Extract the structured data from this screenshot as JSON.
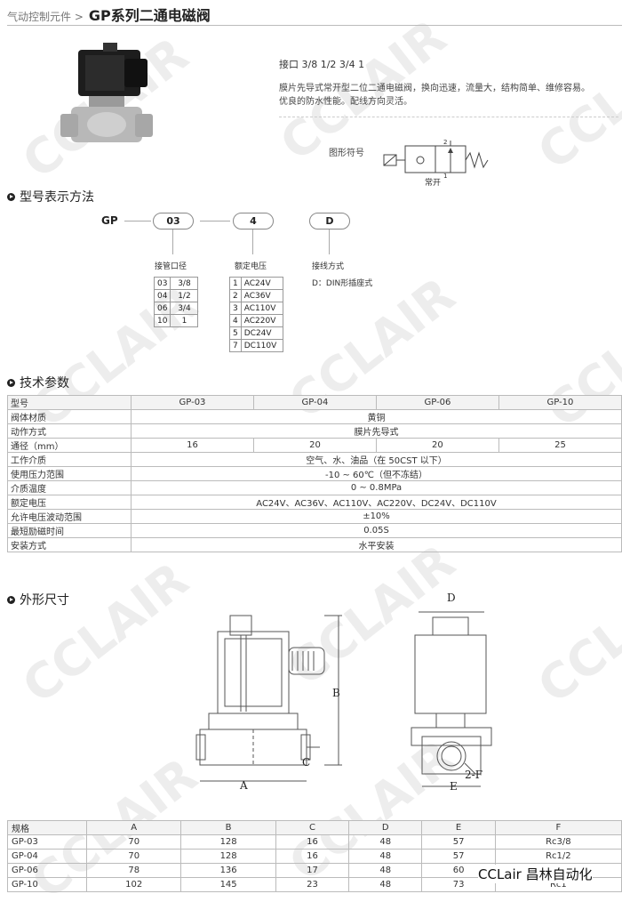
{
  "breadcrumb": {
    "parent": "气动控制元件 >",
    "title": "GP系列二通电磁阀"
  },
  "product": {
    "ports": "接口 3/8   1/2  3/4   1",
    "description_1": "膜片先导式常开型二位二通电磁阀，换向迅速，流量大，结构简单、维修容易。",
    "description_2": "优良的防水性能。配线方向灵活。",
    "symbol_label": "图形符号",
    "symbol_port_top": "2",
    "symbol_port_bottom": "1",
    "symbol_note": "常开"
  },
  "model_section": {
    "heading": "型号表示方法",
    "prefix": "GP",
    "code1": "03",
    "code2": "4",
    "code3": "D",
    "label1": "接管口径",
    "label2": "额定电压",
    "label3": "接线方式",
    "wiring_note": "D：DIN形插座式",
    "port_sizes": [
      [
        "03",
        "3/8"
      ],
      [
        "04",
        "1/2"
      ],
      [
        "06",
        "3/4"
      ],
      [
        "10",
        "1"
      ]
    ],
    "voltages": [
      [
        "1",
        "AC24V"
      ],
      [
        "2",
        "AC36V"
      ],
      [
        "3",
        "AC110V"
      ],
      [
        "4",
        "AC220V"
      ],
      [
        "5",
        "DC24V"
      ],
      [
        "7",
        "DC110V"
      ]
    ]
  },
  "tech_section": {
    "heading": "技术参数",
    "header": [
      "型号",
      "GP-03",
      "GP-04",
      "GP-06",
      "GP-10"
    ],
    "rows": [
      {
        "label": "阀体材质",
        "value": "黄铜"
      },
      {
        "label": "动作方式",
        "value": "膜片先导式"
      },
      {
        "label": "通径（mm）",
        "values": [
          "16",
          "20",
          "20",
          "25"
        ]
      },
      {
        "label": "工作介质",
        "value": "空气、水、油品（在 50CST 以下）"
      },
      {
        "label": "使用压力范围",
        "value": "-10 ~ 60℃（但不冻结）"
      },
      {
        "label": "介质温度",
        "value": "0 ~ 0.8MPa"
      },
      {
        "label": "额定电压",
        "value": "AC24V、AC36V、AC110V、AC220V、DC24V、DC110V"
      },
      {
        "label": "允许电压波动范围",
        "value": "±10%"
      },
      {
        "label": "最短励磁时间",
        "value": "0.05S"
      },
      {
        "label": "安装方式",
        "value": "水平安装"
      }
    ]
  },
  "dims_section": {
    "heading": "外形尺寸",
    "labels": {
      "A": "A",
      "B": "B",
      "C": "C",
      "D": "D",
      "E": "E",
      "F": "2-F"
    },
    "header": [
      "规格",
      "A",
      "B",
      "C",
      "D",
      "E",
      "F"
    ],
    "rows": [
      [
        "GP-03",
        "70",
        "128",
        "16",
        "48",
        "57",
        "Rc3/8"
      ],
      [
        "GP-04",
        "70",
        "128",
        "16",
        "48",
        "57",
        "Rc1/2"
      ],
      [
        "GP-06",
        "78",
        "136",
        "17",
        "48",
        "60",
        "Rc3/4"
      ],
      [
        "GP-10",
        "102",
        "145",
        "23",
        "48",
        "73",
        "Rc1"
      ]
    ]
  },
  "watermark": "CCLAIR",
  "brand": "CCLair 昌林自动化"
}
